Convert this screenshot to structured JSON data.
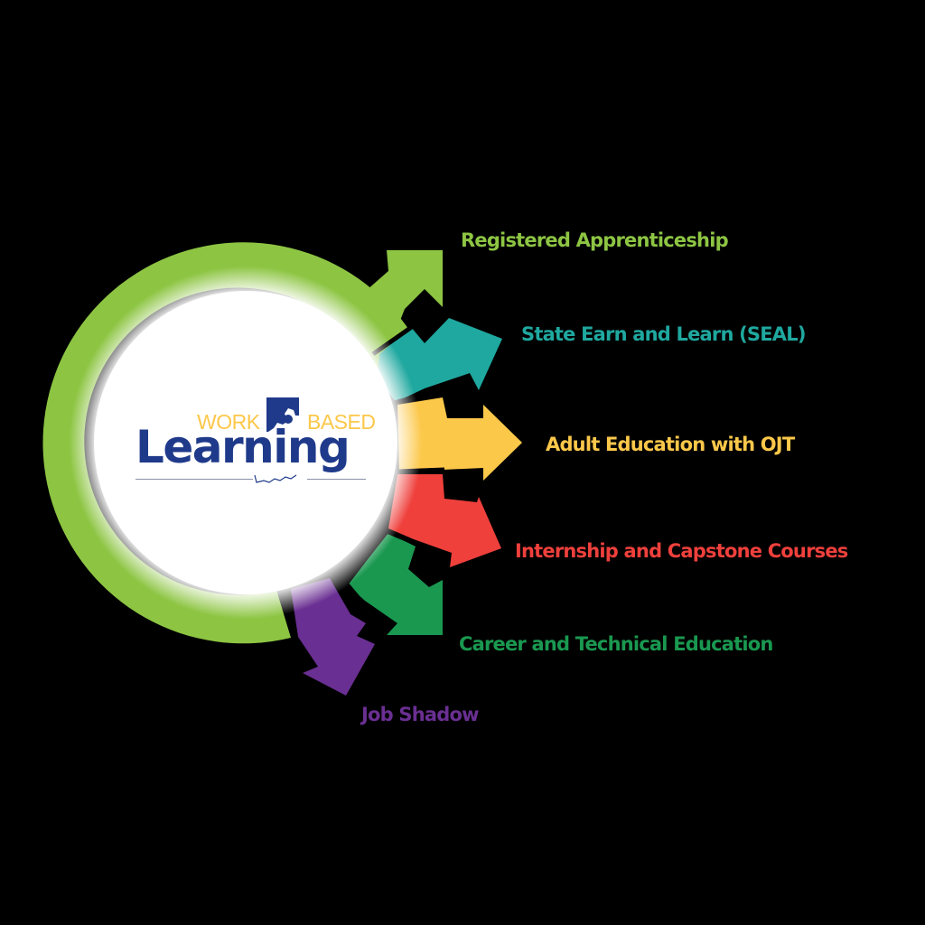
{
  "logo": {
    "line1_left": "WORK",
    "line1_right": "BASED",
    "main": "Learning",
    "colors": {
      "work_based": "#fcc84a",
      "learning": "#1f3a8a"
    }
  },
  "pathways": [
    {
      "label": "Registered Apprenticeship",
      "color": "#8dc543"
    },
    {
      "label": "State Earn and Learn (SEAL)",
      "color": "#1fa89f"
    },
    {
      "label": "Adult Education with OJT",
      "color": "#fcc84a"
    },
    {
      "label": "Internship and Capstone Courses",
      "color": "#ef403c"
    },
    {
      "label": "Career and Technical Education",
      "color": "#1a9850"
    },
    {
      "label": "Job Shadow",
      "color": "#6a2f92"
    }
  ],
  "background": "#000000"
}
